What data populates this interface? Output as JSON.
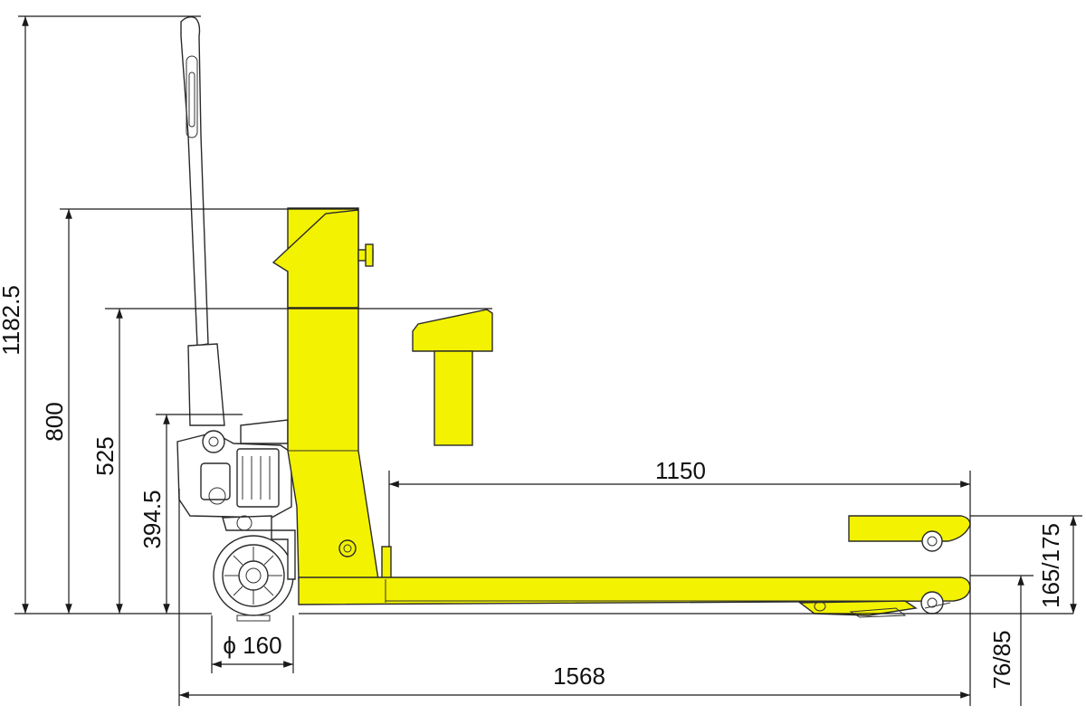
{
  "colors": {
    "body": "#f3f200",
    "line": "#1a1a1a",
    "wheel": "#ffffff"
  },
  "dimensions": {
    "overall_height": "1182.5",
    "scale_top_height": "800",
    "handle_height": "525",
    "pump_height": "394.5",
    "fork_length": "1150",
    "overall_length": "1568",
    "wheel_diameter": "ϕ 160",
    "fork_lift_height": "165/175",
    "fork_low_height": "76/85"
  }
}
